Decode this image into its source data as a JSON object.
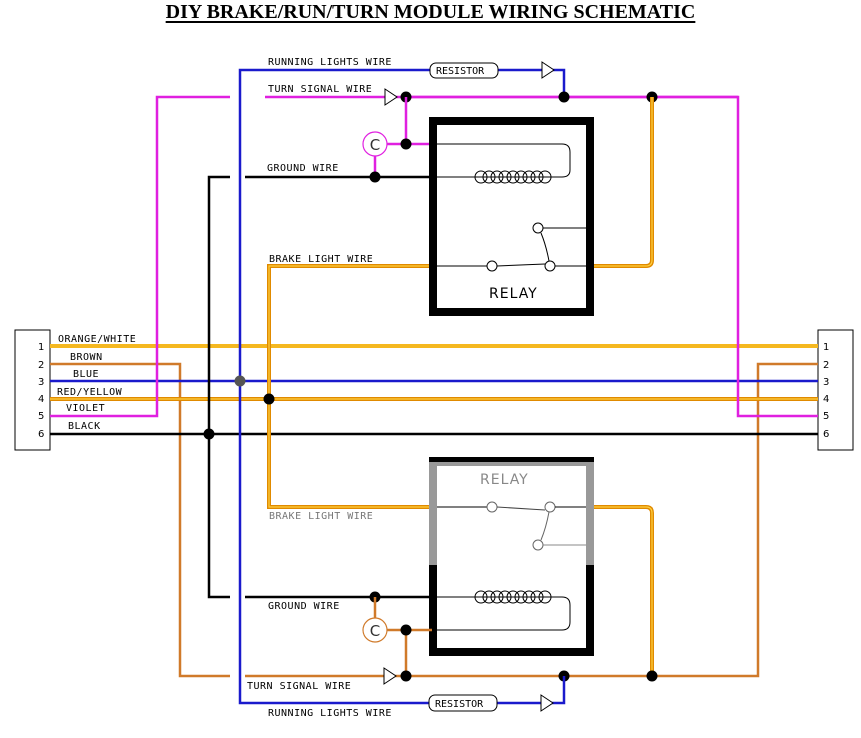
{
  "title": "DIY BRAKE/RUN/TURN MODULE WIRING SCHEMATIC",
  "colors": {
    "running": "#1a1acc",
    "turn_top": "#e020e0",
    "turn_bottom": "#d07a2a",
    "ground": "#000000",
    "brake_outer": "#e08a00",
    "brake_inner": "#ffd040",
    "orange_white": "#f5b820",
    "relay_frame": "#000000",
    "relay_frame_faded": "#999999"
  },
  "top_circuit": {
    "running_wire_label": "RUNNING LIGHTS WIRE",
    "turn_wire_label": "TURN SIGNAL WIRE",
    "ground_wire_label": "GROUND WIRE",
    "brake_wire_label": "BRAKE LIGHT WIRE",
    "resistor_label": "RESISTOR",
    "capacitor_label": "C",
    "relay_label": "RELAY"
  },
  "bottom_circuit": {
    "running_wire_label": "RUNNING LIGHTS WIRE",
    "turn_wire_label": "TURN SIGNAL WIRE",
    "ground_wire_label": "GROUND WIRE",
    "brake_wire_label": "BRAKE LIGHT WIRE",
    "resistor_label": "RESISTOR",
    "capacitor_label": "C",
    "relay_label": "RELAY"
  },
  "left_connector": {
    "pins": [
      "1",
      "2",
      "3",
      "4",
      "5",
      "6"
    ],
    "wire_labels": [
      "ORANGE/WHITE",
      "BROWN",
      "BLUE",
      "RED/YELLOW",
      "VIOLET",
      "BLACK"
    ]
  },
  "right_connector": {
    "pins": [
      "1",
      "2",
      "3",
      "4",
      "5",
      "6"
    ]
  }
}
